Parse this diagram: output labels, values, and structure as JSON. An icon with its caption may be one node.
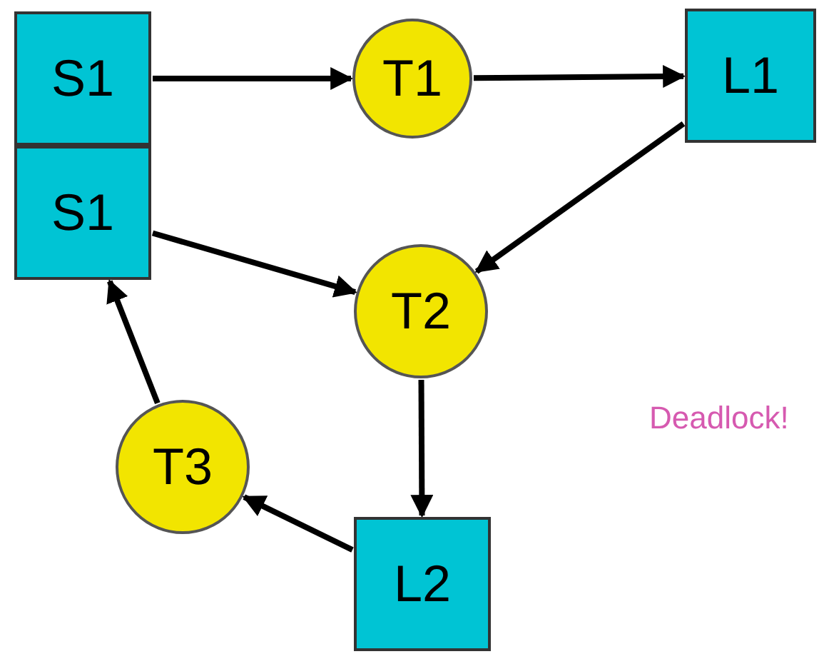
{
  "diagram": {
    "nodes": [
      {
        "text": [
          "S1"
        ]
      },
      {
        "text": [
          "S1"
        ]
      },
      {
        "text": [
          "T1"
        ]
      },
      {
        "text": [
          "L1"
        ]
      },
      {
        "text": [
          "T2"
        ]
      },
      {
        "text": [
          "T3"
        ]
      },
      {
        "text": [
          "L2"
        ]
      }
    ],
    "edges": [
      {
        "from": 0,
        "to": 2,
        "arrow": "to"
      },
      {
        "from": 2,
        "to": 3,
        "arrow": "to"
      },
      {
        "from": 3,
        "to": 4,
        "arrow": "to"
      },
      {
        "from": 1,
        "to": 4,
        "arrow": "to"
      },
      {
        "from": 4,
        "to": 6,
        "arrow": "to"
      },
      {
        "from": 6,
        "to": 5,
        "arrow": "to"
      },
      {
        "from": 5,
        "to": 1,
        "arrow": "to"
      }
    ],
    "labels": [
      "Deadlock!"
    ]
  }
}
